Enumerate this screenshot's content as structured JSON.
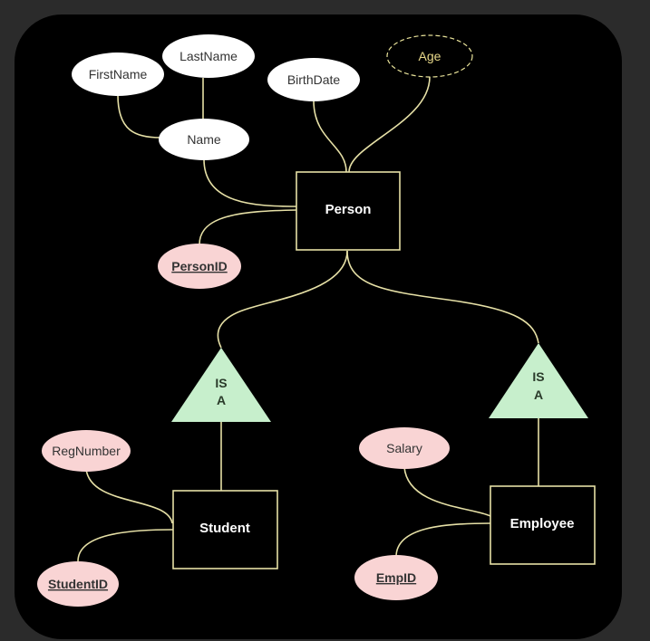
{
  "diagram": {
    "entities": {
      "person": "Person",
      "student": "Student",
      "employee": "Employee"
    },
    "attributes": {
      "firstname": "FirstName",
      "lastname": "LastName",
      "name": "Name",
      "birthdate": "BirthDate",
      "age": "Age",
      "personid": "PersonID",
      "regnumber": "RegNumber",
      "studentid": "StudentID",
      "salary": "Salary",
      "empid": "EmpID"
    },
    "isa": {
      "student": {
        "line1": "IS",
        "line2": "A"
      },
      "employee": {
        "line1": "IS",
        "line2": "A"
      }
    }
  },
  "colors": {
    "background": "#000000",
    "edge": "#e6e0a6",
    "attribute": "#ffffff",
    "key_attribute": "#f9d4d4",
    "isa": "#c7efcc",
    "derived_text": "#e9d98a"
  }
}
